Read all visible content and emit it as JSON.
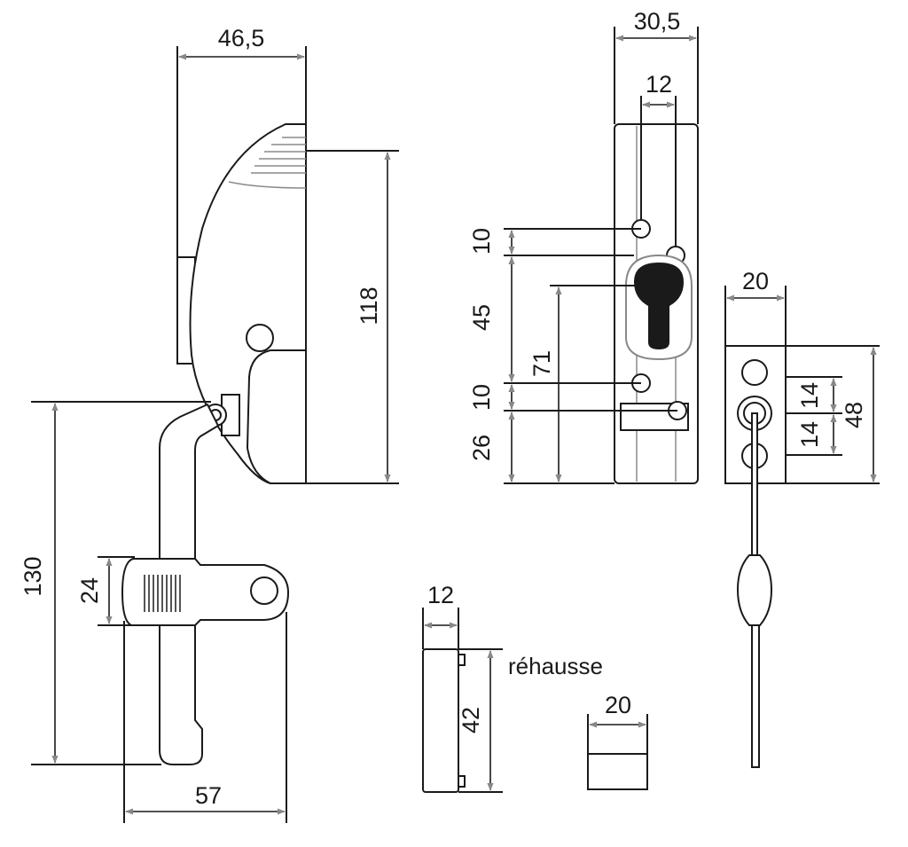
{
  "side_view": {
    "top_width": "46,5",
    "body_height": "118",
    "total_height": "130",
    "handle_height": "24",
    "handle_width": "57"
  },
  "front_view": {
    "width": "30,5",
    "hole_offset": "12",
    "top_gap": "10",
    "cylinder_height": "45",
    "cylinder_axis": "71",
    "lower_gap": "10",
    "bottom_height": "26"
  },
  "keeper": {
    "width": "20",
    "spacing_upper": "14",
    "spacing_lower": "14",
    "height": "48"
  },
  "riser": {
    "width": "12",
    "height": "42",
    "label": "réhausse"
  },
  "spacer": {
    "width": "20"
  }
}
